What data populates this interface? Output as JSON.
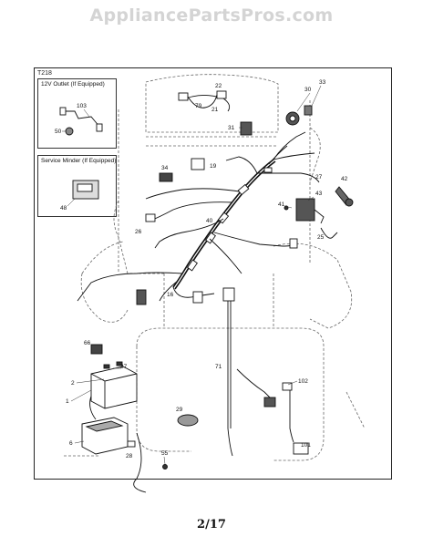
{
  "watermark": "AppliancePartsPros.com",
  "diagram_code": "T218",
  "insets": {
    "outlet_title": "12V Outlet (If Equipped)",
    "minder_title": "Service Minder (If Equipped)"
  },
  "callouts": {
    "c22": "22",
    "c79": "79",
    "c21": "21",
    "c30": "30",
    "c33": "33",
    "c31": "31",
    "c103": "103",
    "c50": "50",
    "c48": "48",
    "c34": "34",
    "c19": "19",
    "c27": "27",
    "c42": "42",
    "c41": "41",
    "c43": "43",
    "c40": "40",
    "c26": "26",
    "c25": "25",
    "c16": "16",
    "c66": "66",
    "c37": "37",
    "c2": "2",
    "c1": "1",
    "c71": "71",
    "c102": "102",
    "c29": "29",
    "c6": "6",
    "c28": "28",
    "c55": "55",
    "c101": "101"
  },
  "page_number": "2/17"
}
